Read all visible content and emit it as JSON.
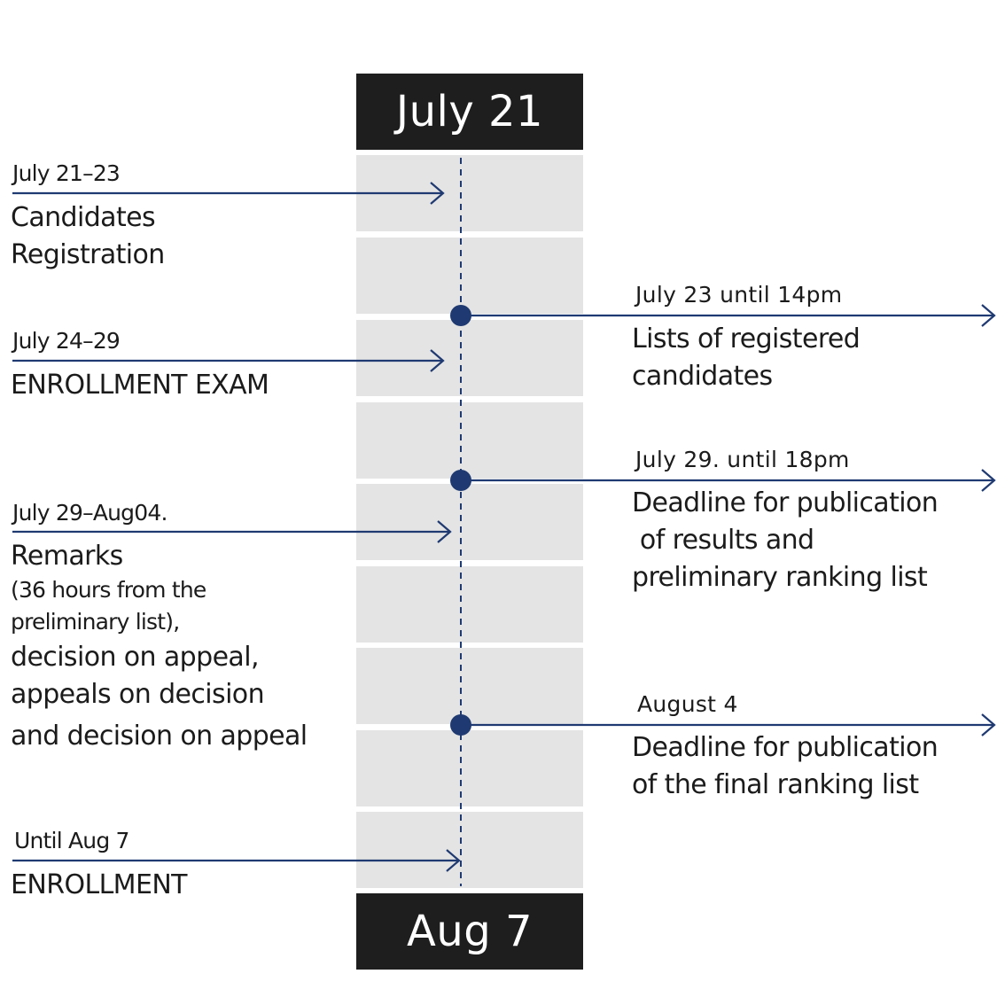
{
  "colors": {
    "accent": "#1f3a72",
    "cap": "#1e1e1e",
    "segment": "#e4e4e4"
  },
  "timeline": {
    "start_label": "July 21",
    "end_label": "Aug 7"
  },
  "left_events": [
    {
      "date": "July  21–23",
      "lines": [
        "Candidates",
        "Registration"
      ]
    },
    {
      "date": "July  24–29",
      "lines": [
        "ENROLLMENT EXAM"
      ]
    },
    {
      "date": "July  29–Aug04.",
      "lines": [
        "Remarks"
      ],
      "note_lines": [
        "(36 hours from the",
        "preliminary list),"
      ],
      "extra_lines": [
        "decision on appeal,",
        "appeals on decision",
        "and decision on appeal"
      ]
    },
    {
      "date": "Until Aug 7",
      "lines": [
        "ENROLLMENT"
      ]
    }
  ],
  "right_events": [
    {
      "date": "July 23 until 14pm",
      "lines": [
        "Lists of registered",
        "candidates"
      ]
    },
    {
      "date": "July 29. until 18pm",
      "lines": [
        "Deadline for publication",
        " of results and",
        "preliminary ranking list"
      ]
    },
    {
      "date": "August 4",
      "lines": [
        "Deadline for publication",
        "of the final ranking list"
      ]
    }
  ]
}
